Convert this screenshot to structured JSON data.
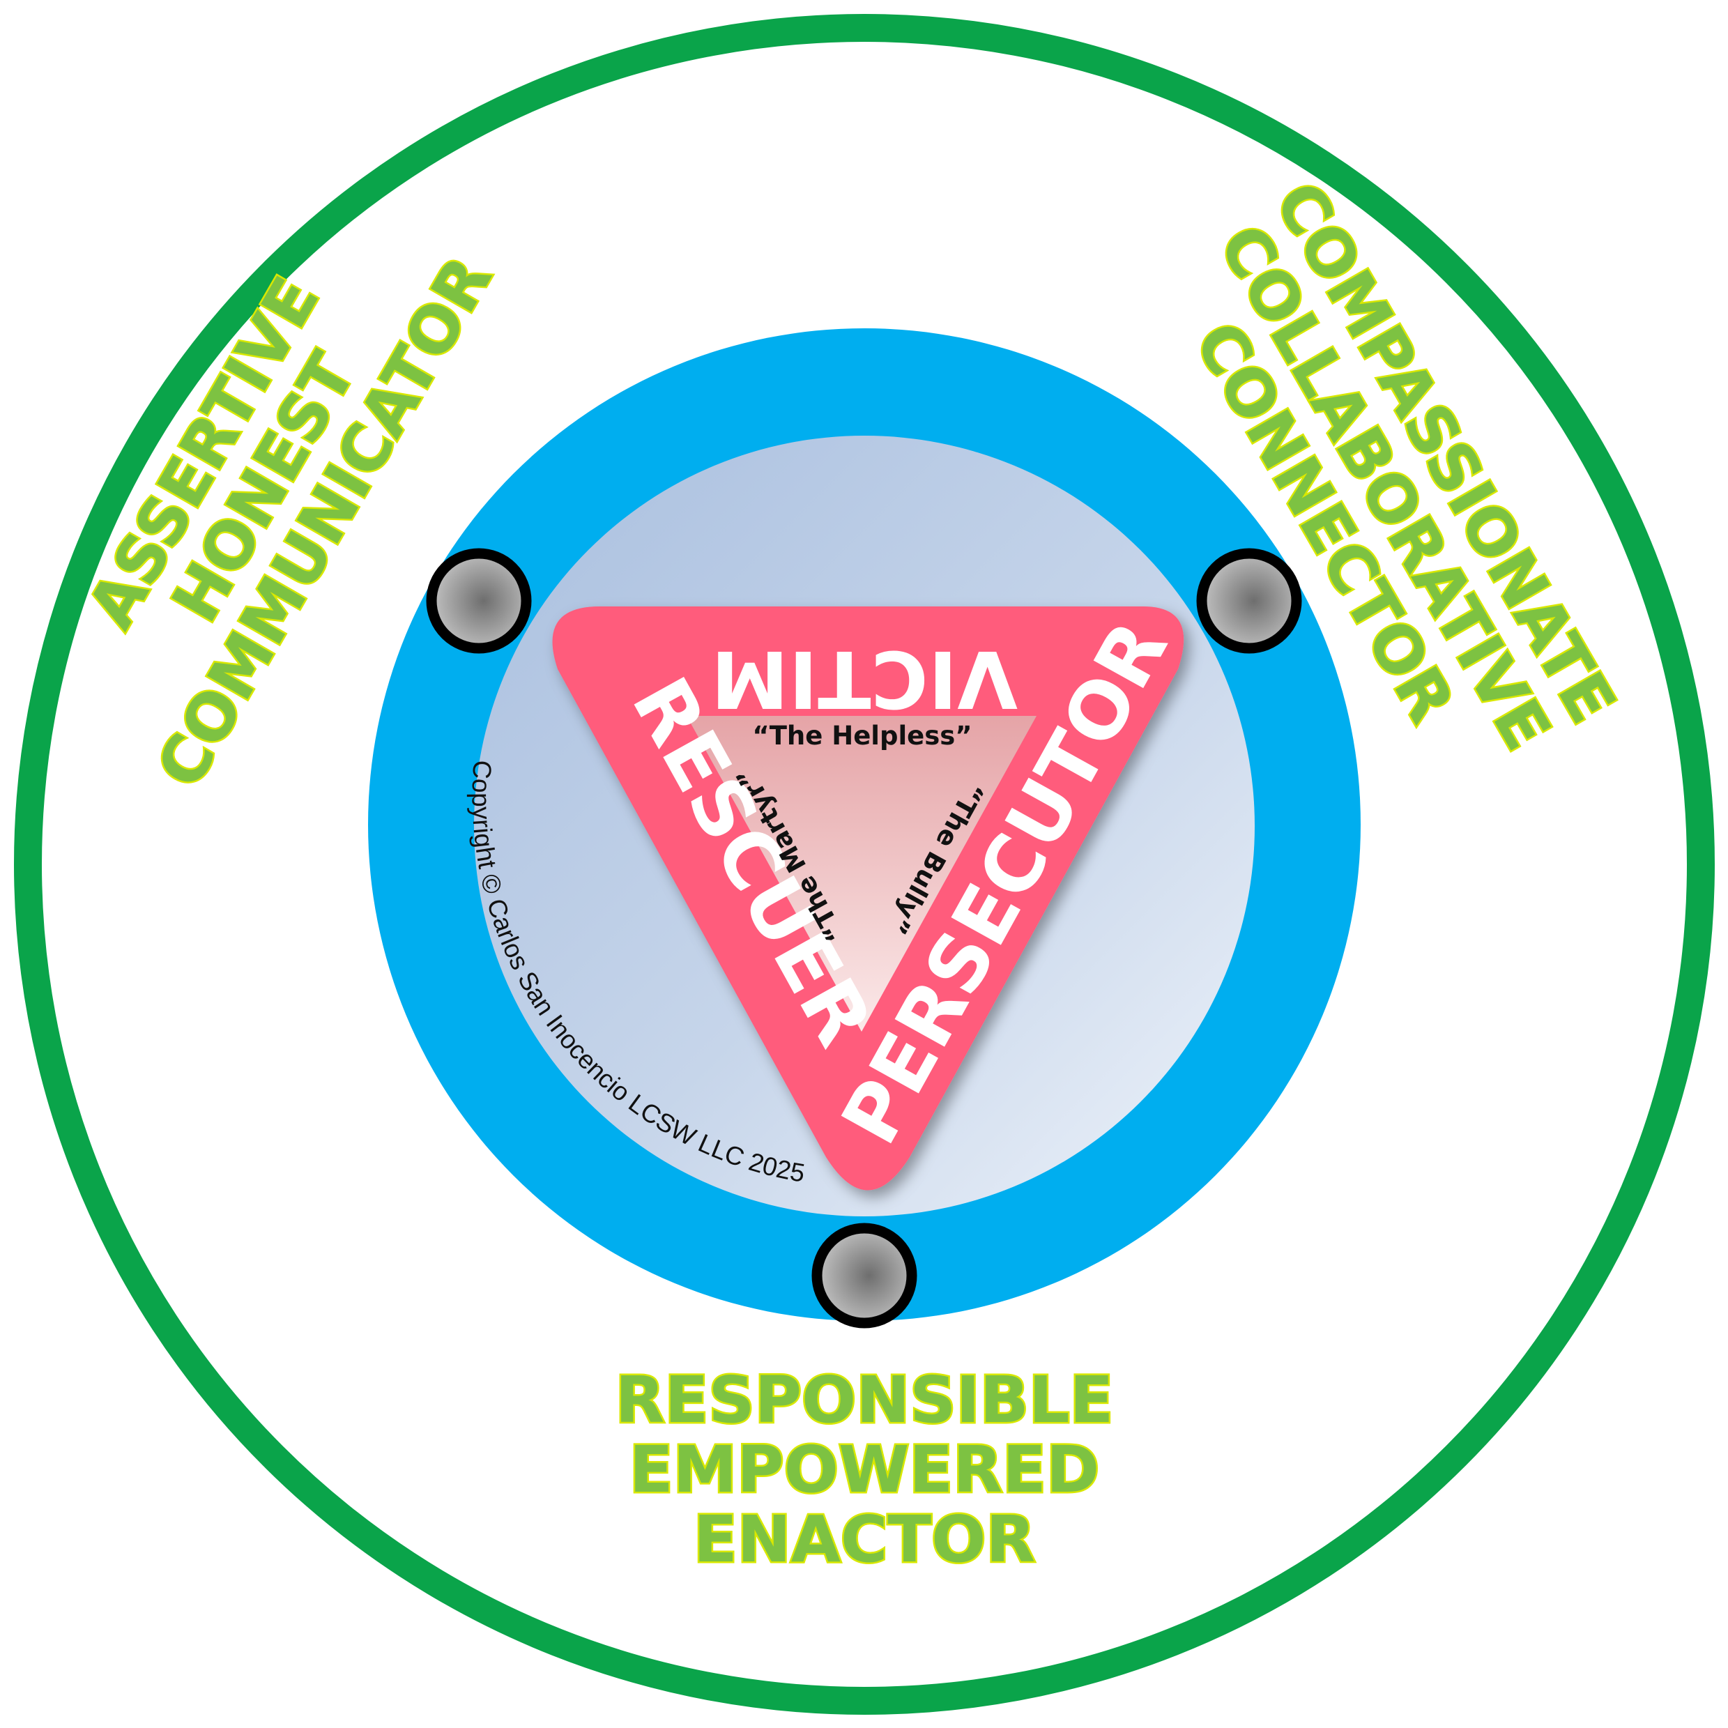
{
  "diagram": {
    "colors": {
      "outer_ring": "#0aa44a",
      "blue_ring": "#00aeef",
      "triangle": "#ff5b7b",
      "inner_triangle": "#e8a9ab",
      "green_text": "#7dc242",
      "green_text_outline": "#d9e800"
    },
    "outer_roles": {
      "top_left": [
        "ASSERTIVE",
        "HONEST",
        "COMMUNICATOR"
      ],
      "top_right": [
        "COMPASSIONATE",
        "COLLABORATIVE",
        "CONNECTOR"
      ],
      "bottom": [
        "RESPONSIBLE",
        "EMPOWERED",
        "ENACTOR"
      ]
    },
    "triangle_roles": {
      "victim": "VICTIM",
      "rescuer": "RESCUER",
      "persecutor": "PERSECUTOR"
    },
    "nicknames": {
      "victim": "“The Helpless”",
      "rescuer": "“The Martyr”",
      "persecutor": "“The Bully”"
    },
    "copyright": "Copyright © Carlos San Inocencio LCSW LLC 2025",
    "nodes": [
      "top-left-node",
      "top-right-node",
      "bottom-node"
    ]
  }
}
